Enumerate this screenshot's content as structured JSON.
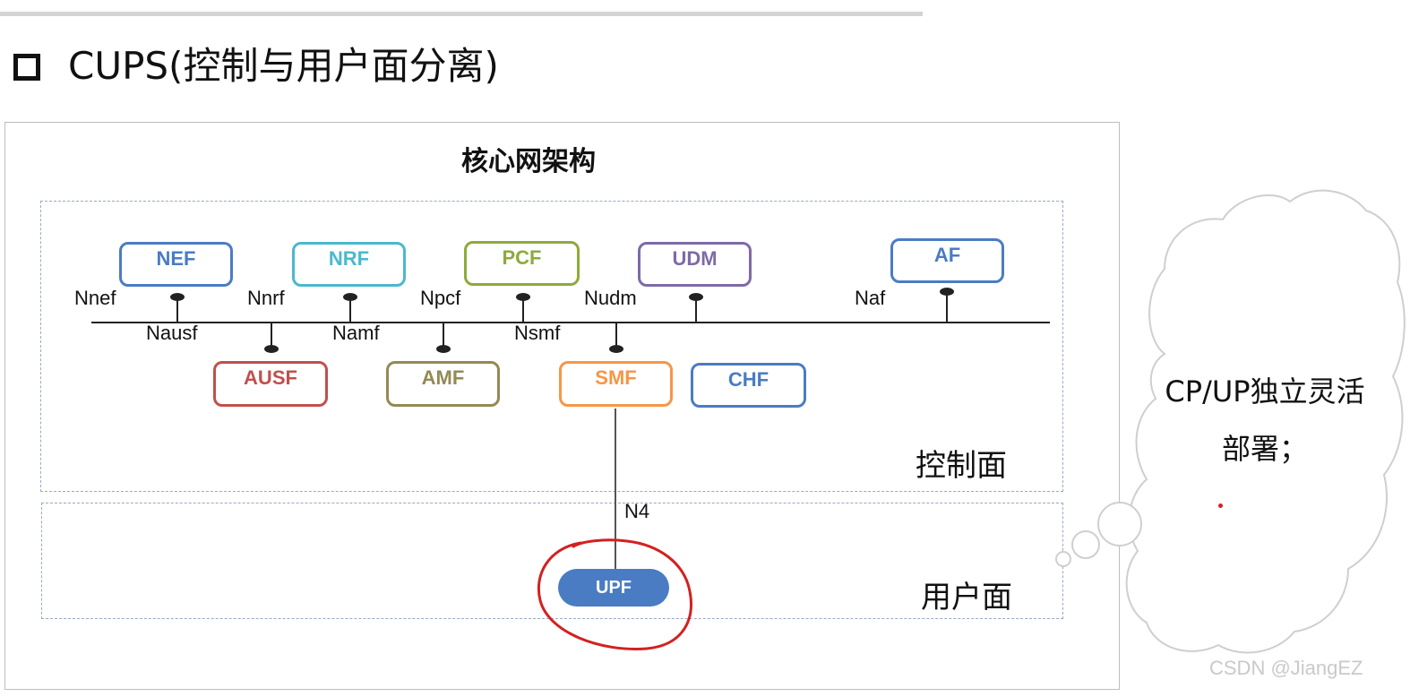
{
  "slide": {
    "title": "CUPS(控制与用户面分离)"
  },
  "diagram": {
    "title": "核心网架构",
    "control_plane_label": "控制面",
    "user_plane_label": "用户面",
    "top_functions": [
      {
        "name": "NEF",
        "color": "#4a7cc4",
        "interface": "Nnef"
      },
      {
        "name": "NRF",
        "color": "#4bb8cf",
        "interface": "Nnrf"
      },
      {
        "name": "PCF",
        "color": "#8eaa3c",
        "interface": "Npcf"
      },
      {
        "name": "UDM",
        "color": "#7f6aa8",
        "interface": "Nudm"
      },
      {
        "name": "AF",
        "color": "#4a7cc4",
        "interface": "Naf"
      }
    ],
    "bottom_functions": [
      {
        "name": "AUSF",
        "color": "#c0504d",
        "interface": "Nausf"
      },
      {
        "name": "AMF",
        "color": "#948a54",
        "interface": "Namf"
      },
      {
        "name": "SMF",
        "color": "#f79646",
        "interface": "Nsmf"
      },
      {
        "name": "CHF",
        "color": "#4a7cc4",
        "interface": ""
      }
    ],
    "n4_label": "N4",
    "upf_label": "UPF",
    "highlight_color": "#d32020"
  },
  "callout": {
    "line1": "CP/UP独立灵活",
    "line2": "部署；"
  },
  "watermark": "CSDN @JiangEZ"
}
